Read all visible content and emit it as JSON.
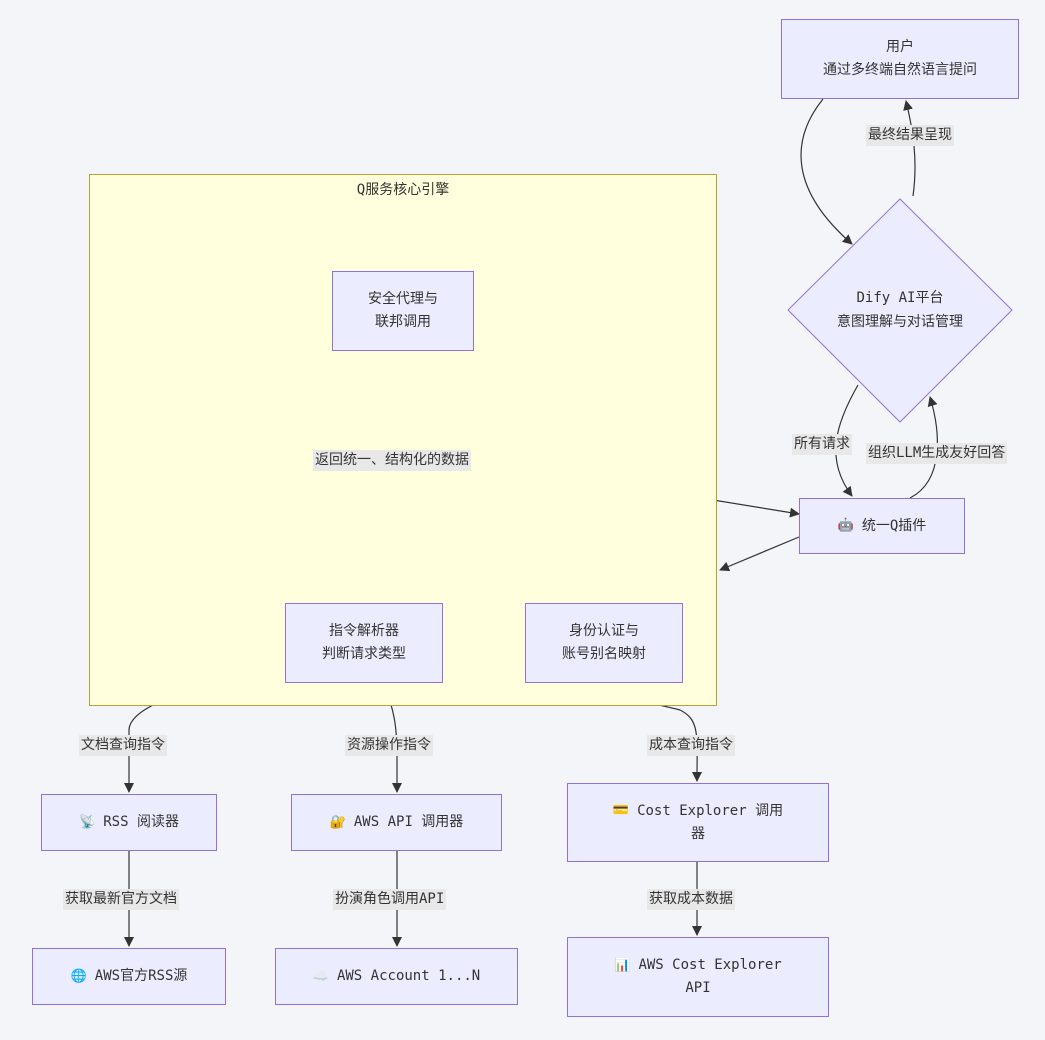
{
  "cluster": {
    "title": "Q服务核心引擎"
  },
  "nodes": {
    "user": {
      "line1": "用户",
      "line2": "通过多终端自然语言提问"
    },
    "dify": {
      "line1": "Dify AI平台",
      "line2": "意图理解与对话管理"
    },
    "plugin": {
      "icon": "robot-icon",
      "label": "统一Q插件"
    },
    "proxy": {
      "line1": "安全代理与",
      "line2": "联邦调用"
    },
    "parser": {
      "line1": "指令解析器",
      "line2": "判断请求类型"
    },
    "auth": {
      "line1": "身份认证与",
      "line2": "账号别名映射"
    },
    "rss_reader": {
      "icon": "satellite-dish-icon",
      "label": "RSS 阅读器"
    },
    "aws_api": {
      "icon": "lock-icon",
      "label": "AWS API 调用器"
    },
    "cost_explorer": {
      "icon": "credit-card-icon",
      "line1": "Cost Explorer 调用",
      "line2": "器"
    },
    "rss_source": {
      "icon": "globe-icon",
      "label": "AWS官方RSS源"
    },
    "aws_account": {
      "icon": "cloud-icon",
      "label": "AWS Account 1...N"
    },
    "cost_api": {
      "icon": "bar-chart-icon",
      "line1": "AWS Cost Explorer",
      "line2": "API"
    }
  },
  "edges": {
    "final_result": "最终结果呈现",
    "all_requests": "所有请求",
    "llm_answer": "组织LLM生成友好回答",
    "return_data": "返回统一、结构化的数据",
    "doc_query": "文档查询指令",
    "resource_op": "资源操作指令",
    "cost_query": "成本查询指令",
    "get_docs": "获取最新官方文档",
    "assume_role": "扮演角色调用API",
    "get_cost": "获取成本数据"
  },
  "colors": {
    "background": "#f3f5f9",
    "node_fill": "#ececff",
    "node_border": "#9370db",
    "cluster_fill": "#ffffde",
    "cluster_border": "#aaaa33",
    "edge": "#333333",
    "label_bg": "#e8e8e8"
  }
}
